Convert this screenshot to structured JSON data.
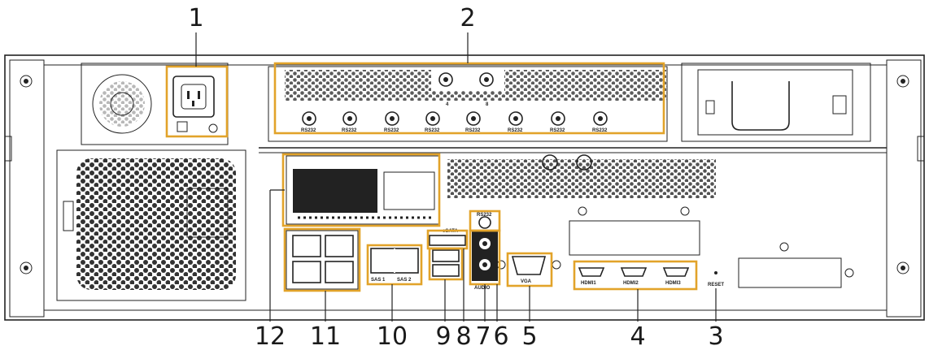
{
  "callouts": [
    {
      "id": "1",
      "label": "1"
    },
    {
      "id": "2",
      "label": "2"
    },
    {
      "id": "3",
      "label": "3"
    },
    {
      "id": "4",
      "label": "4"
    },
    {
      "id": "5",
      "label": "5"
    },
    {
      "id": "6",
      "label": "6"
    },
    {
      "id": "7",
      "label": "7"
    },
    {
      "id": "8",
      "label": "8"
    },
    {
      "id": "9",
      "label": "9"
    },
    {
      "id": "10",
      "label": "10"
    },
    {
      "id": "11",
      "label": "11"
    },
    {
      "id": "12",
      "label": "12"
    }
  ],
  "port_labels": {
    "rs232": "RS232",
    "esata": "eSATA",
    "audio": "AUDIO",
    "vga": "VGA",
    "hdmi1": "HDMI1",
    "hdmi2": "HDMI2",
    "hdmi3": "HDMI3",
    "reset": "RESET",
    "sas1": "SAS 1",
    "sas2": "SAS 2",
    "bnc": "RS232",
    "slot4": "4",
    "slot8": "8"
  },
  "colors": {
    "highlight": "#e2a32a",
    "line": "#222222",
    "background": "#ffffff"
  }
}
